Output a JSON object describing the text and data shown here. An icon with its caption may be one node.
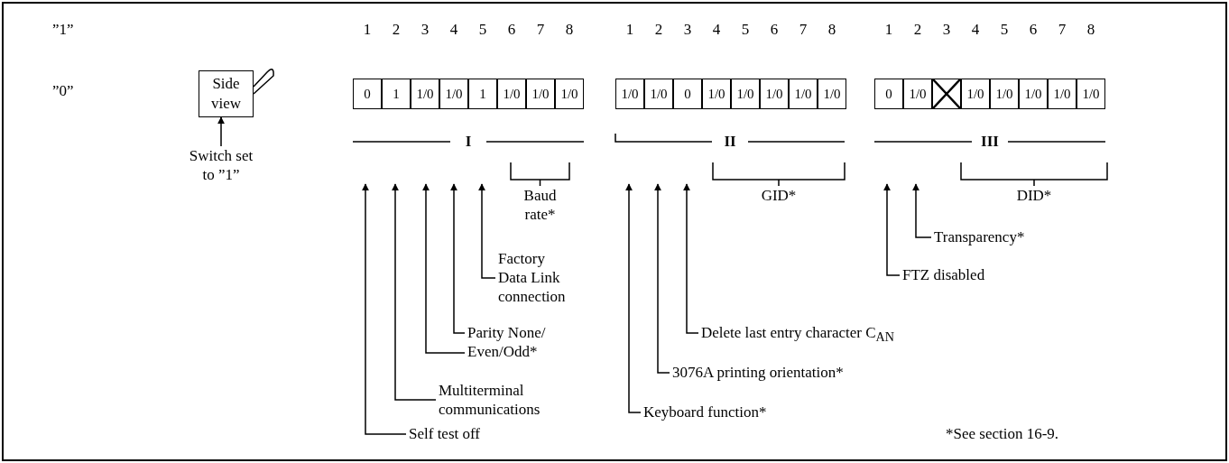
{
  "diagram": {
    "nodes": [
      {
        "text": [
          "Side view"
        ]
      },
      {
        "text": [
          "Switch set to ”1”"
        ]
      },
      {
        "text": [
          "0"
        ]
      },
      {
        "text": [
          "1"
        ]
      },
      {
        "text": [
          "1/0"
        ]
      },
      {
        "text": [
          "1/0"
        ]
      },
      {
        "text": [
          "1"
        ]
      },
      {
        "text": [
          "1/0"
        ]
      },
      {
        "text": [
          "1/0"
        ]
      },
      {
        "text": [
          "1/0"
        ]
      },
      {
        "text": [
          "1/0"
        ]
      },
      {
        "text": [
          "1/0"
        ]
      },
      {
        "text": [
          "0"
        ]
      },
      {
        "text": [
          "1/0"
        ]
      },
      {
        "text": [
          "1/0"
        ]
      },
      {
        "text": [
          "1/0"
        ]
      },
      {
        "text": [
          "1/0"
        ]
      },
      {
        "text": [
          "1/0"
        ]
      },
      {
        "text": [
          "0"
        ]
      },
      {
        "text": [
          "1/0"
        ]
      },
      {
        "text": [],
        "shape": "box"
      },
      {
        "text": [
          "1/0"
        ]
      },
      {
        "text": [
          "1/0"
        ]
      },
      {
        "text": [
          "1/0"
        ]
      },
      {
        "text": [
          "1/0"
        ]
      },
      {
        "text": [
          "1/0"
        ]
      },
      {
        "text": [
          "Self test off"
        ]
      },
      {
        "text": [
          "Multiterminal communications"
        ]
      },
      {
        "text": [
          "Parity None/ Even/Odd*"
        ]
      },
      {
        "text": [
          "Factory Data Link connection"
        ]
      },
      {
        "text": [
          "Keyboard function*"
        ]
      },
      {
        "text": [
          "3076A printing orientation*"
        ]
      },
      {
        "text": [
          "Delete last entry character C$_{AN}$"
        ]
      },
      {
        "text": [
          "FTZ disabled"
        ]
      },
      {
        "text": [
          "Transparency*"
        ]
      }
    ],
    "edges": [
      {
        "from": 1,
        "to": 0,
        "arrow": "to"
      },
      {
        "from": 26,
        "to": null,
        "arrow": "to"
      },
      {
        "from": 27,
        "to": null,
        "arrow": "to"
      },
      {
        "from": 28,
        "to": null,
        "arrow": "to"
      },
      {
        "from": 28,
        "to": null,
        "arrow": "to"
      },
      {
        "from": 29,
        "to": null,
        "arrow": "to"
      },
      {
        "from": 30,
        "to": null,
        "arrow": "to"
      },
      {
        "from": 31,
        "to": null,
        "arrow": "to"
      },
      {
        "from": 32,
        "to": null,
        "arrow": "to"
      },
      {
        "from": 33,
        "to": null,
        "arrow": "to"
      },
      {
        "from": 34,
        "to": null,
        "arrow": "to"
      }
    ],
    "labels": [
      "”1”",
      "1",
      "2",
      "3",
      "4",
      "5",
      "6",
      "7",
      "8",
      "1",
      "2",
      "3",
      "4",
      "5",
      "6",
      "7",
      "8",
      "1",
      "2",
      "3",
      "4",
      "5",
      "6",
      "7",
      "8",
      "”0”",
      "I",
      "II",
      "III",
      "Baud rate*",
      "GID*",
      "DID*",
      "*See section 16-9."
    ]
  }
}
